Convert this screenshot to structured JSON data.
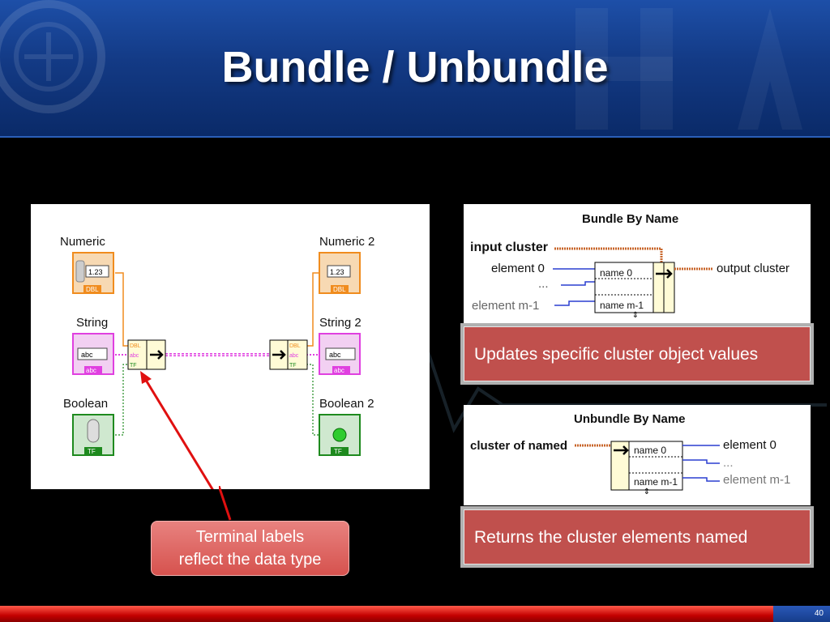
{
  "slide": {
    "title": "Bundle / Unbundle",
    "page_number": "40"
  },
  "diagram": {
    "numeric_label": "Numeric",
    "string_label": "String",
    "boolean_label": "Boolean",
    "numeric2_label": "Numeric 2",
    "string2_label": "String 2",
    "boolean2_label": "Boolean 2",
    "numeric_value": "1.23",
    "string_value": "abc",
    "dbl_tag": "DBL",
    "abc_tag": "abc",
    "tf_tag": "TF"
  },
  "bundle_by_name": {
    "title": "Bundle By Name",
    "input_cluster": "input cluster",
    "element_0": "element 0",
    "ellipsis": "...",
    "element_m1": "element m-1",
    "name_0": "name 0",
    "name_m1": "name m-1",
    "output_cluster": "output cluster",
    "caption": "Updates specific cluster object values"
  },
  "unbundle_by_name": {
    "title": "Unbundle By Name",
    "cluster_of_named": "cluster of named",
    "name_0": "name 0",
    "name_m1": "name m-1",
    "element_0": "element 0",
    "ellipsis": "...",
    "element_m1": "element m-1",
    "caption": "Returns the cluster elements named"
  },
  "callout": {
    "line1": "Terminal labels",
    "line2": "reflect the data type"
  },
  "colors": {
    "header_blue": "#133a85",
    "numeric_orange": "#f08c1e",
    "string_pink": "#e040e0",
    "boolean_green": "#1e8a1e",
    "caption_red": "#c0504d",
    "arrow_red": "#e01010"
  }
}
